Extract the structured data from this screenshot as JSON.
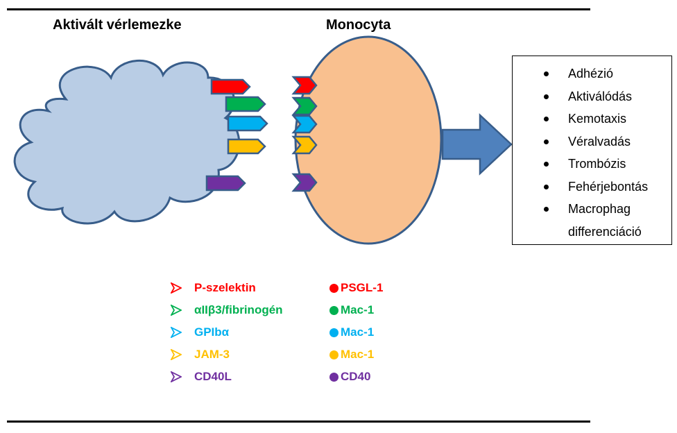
{
  "titles": {
    "platelet": "Aktivált vérlemezke",
    "monocyte": "Monocyta"
  },
  "outcomes": [
    "Adhézió",
    "Aktiválódás",
    "Kemotaxis",
    "Véralvadás",
    "Trombózis",
    "Fehérjebontás",
    "Macrophag",
    "differenciáció"
  ],
  "legend": [
    {
      "ligand": "P-szelektin",
      "receptor": "PSGL-1",
      "color": "#ff0000"
    },
    {
      "ligand": "αIIβ3/fibrinogén",
      "receptor": "Mac-1",
      "color": "#00b050"
    },
    {
      "ligand": "GPIbα",
      "receptor": "Mac-1",
      "color": "#00b0f0"
    },
    {
      "ligand": "JAM-3",
      "receptor": "Mac-1",
      "color": "#ffc000"
    },
    {
      "ligand": "CD40L",
      "receptor": "CD40",
      "color": "#7030a0"
    }
  ],
  "colors": {
    "platelet_fill": "#b9cde5",
    "outline": "#385d8a",
    "monocyte_fill": "#f9c08f",
    "big_arrow": "#4f81bd"
  }
}
